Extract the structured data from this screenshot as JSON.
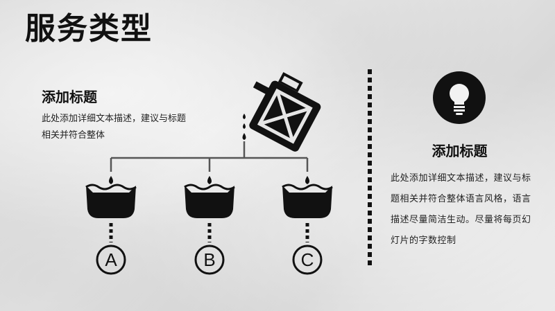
{
  "page": {
    "title": "服务类型"
  },
  "left_block": {
    "heading": "添加标题",
    "description": "此处添加详细文本描述，建议与标题相关并符合整体"
  },
  "diagram": {
    "source_icon": "fuel-can-icon",
    "branches": [
      {
        "label": "A",
        "icon": "bucket-icon"
      },
      {
        "label": "B",
        "icon": "bucket-icon"
      },
      {
        "label": "C",
        "icon": "bucket-icon"
      }
    ]
  },
  "right_block": {
    "icon": "lightbulb-icon",
    "heading": "添加标题",
    "description": "此处添加详细文本描述，建议与标题相关并符合整体语言风格，语言描述尽量简洁生动。尽量将每页幻灯片的字数控制"
  },
  "colors": {
    "ink": "#111111",
    "background": "#e6e6e6"
  }
}
